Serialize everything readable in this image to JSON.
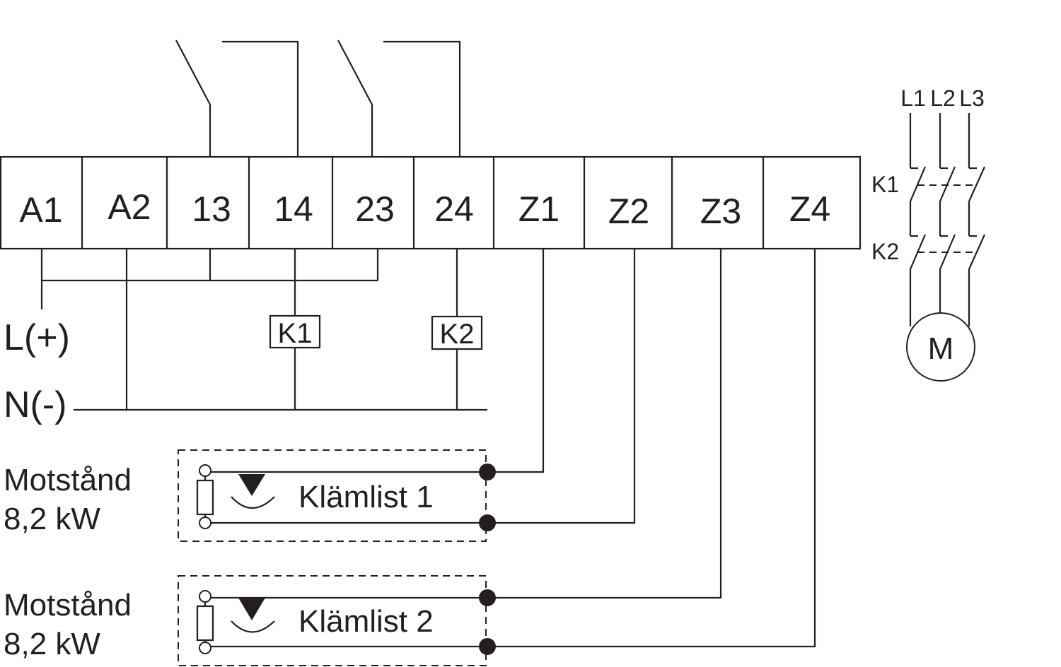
{
  "colors": {
    "line": "#231f20",
    "background": "#ffffff"
  },
  "terminals": [
    "A1",
    "A2",
    "13",
    "14",
    "23",
    "24",
    "Z1",
    "Z2",
    "Z3",
    "Z4"
  ],
  "supply": {
    "live": "L(+)",
    "neutral": "N(-)"
  },
  "coils": {
    "k1": "K1",
    "k2": "K2"
  },
  "motor": {
    "phases": [
      "L1",
      "L2",
      "L3"
    ],
    "contactors": [
      "K1",
      "K2"
    ],
    "label": "M"
  },
  "edges": [
    {
      "resistor_line1": "Motstånd",
      "resistor_line2": "8,2 kW",
      "label": "Klämlist 1"
    },
    {
      "resistor_line1": "Motstånd",
      "resistor_line2": "8,2 kW",
      "label": "Klämlist 2"
    }
  ]
}
